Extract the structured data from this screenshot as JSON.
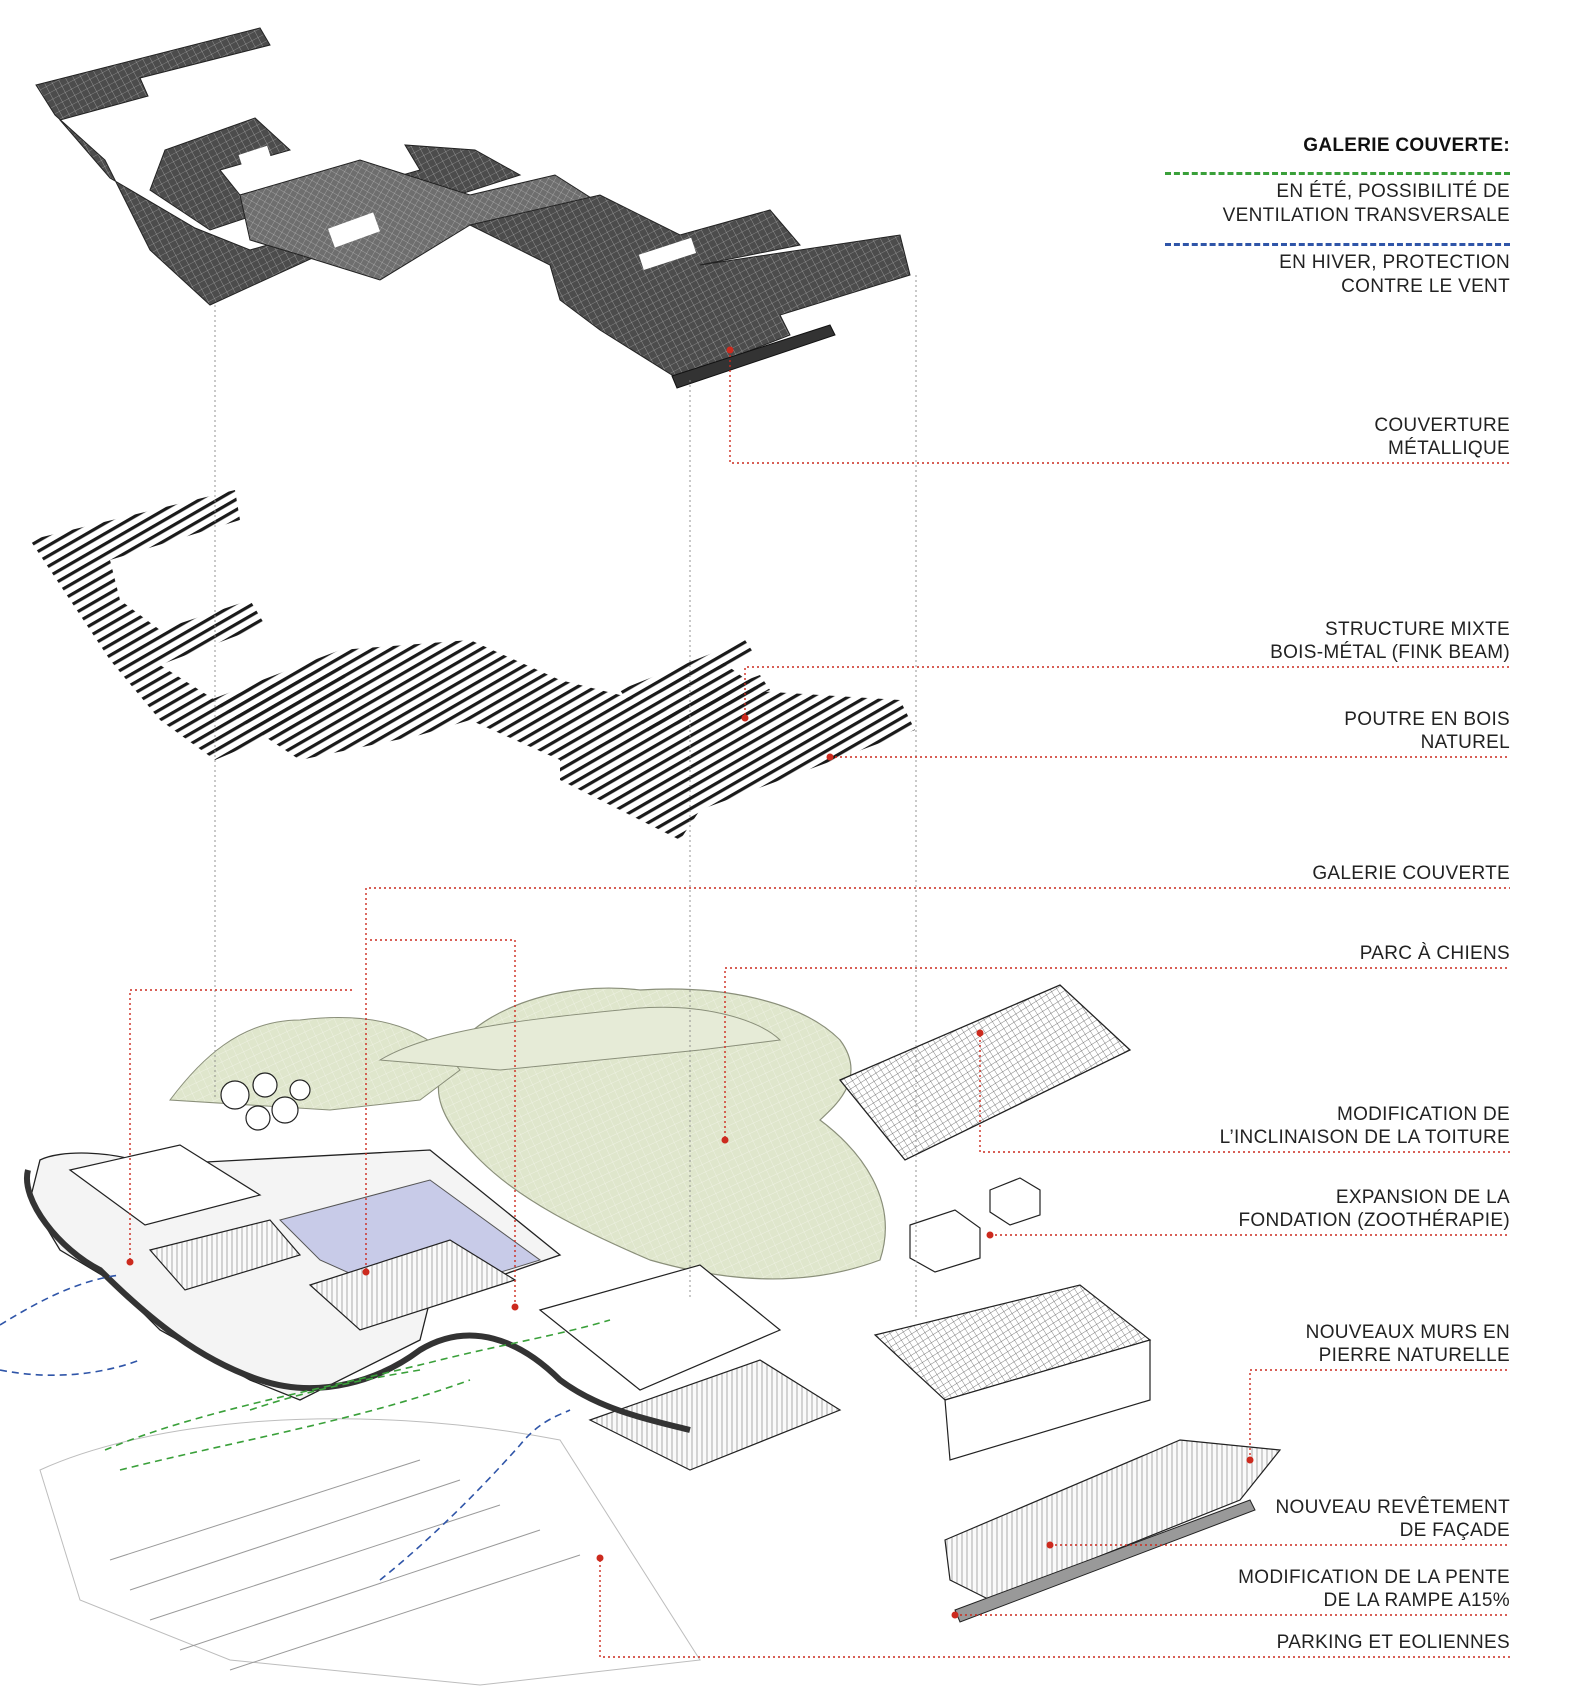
{
  "legend": {
    "title": "GALERIE COUVERTE:",
    "items": [
      {
        "color": "#3aa03a",
        "lines": [
          "EN ÉTÉ,  POSSIBILITÉ DE",
          "VENTILATION TRANSVERSALE"
        ]
      },
      {
        "color": "#2f55a8",
        "lines": [
          "EN HIVER, PROTECTION",
          "CONTRE LE VENT"
        ]
      }
    ]
  },
  "labels": [
    {
      "id": "couverture",
      "lines": [
        "COUVERTURE",
        "MÉTALLIQUE"
      ]
    },
    {
      "id": "structure",
      "lines": [
        "STRUCTURE MIXTE",
        "BOIS-MÉTAL (FINK BEAM)"
      ]
    },
    {
      "id": "poutre",
      "lines": [
        "POUTRE EN BOIS",
        "NATUREL"
      ]
    },
    {
      "id": "galerie",
      "lines": [
        "GALERIE  COUVERTE"
      ]
    },
    {
      "id": "parc",
      "lines": [
        "PARC À CHIENS"
      ]
    },
    {
      "id": "toiture",
      "lines": [
        "MODIFICATION DE",
        "L’INCLINAISON DE LA TOITURE"
      ]
    },
    {
      "id": "fondation",
      "lines": [
        "EXPANSION DE LA",
        "FONDATION (ZOOTHÉRAPIE)"
      ]
    },
    {
      "id": "murs",
      "lines": [
        "NOUVEAUX MURS EN",
        "PIERRE NATURELLE"
      ]
    },
    {
      "id": "revetement",
      "lines": [
        "NOUVEAU REVÊTEMENT",
        "DE FAÇADE"
      ]
    },
    {
      "id": "rampe",
      "lines": [
        "MODIFICATION DE LA PENTE",
        "DE LA RAMPE A15%"
      ]
    },
    {
      "id": "parking",
      "lines": [
        "PARKING ET EOLIENNES"
      ]
    }
  ],
  "colors": {
    "leader": "#cc2a1e",
    "roof": "#5a5a5a",
    "park": "#dfe6cc",
    "water": "#c8cbe8",
    "green_arrow": "#3aa03a",
    "blue_arrow": "#2f55a8"
  }
}
